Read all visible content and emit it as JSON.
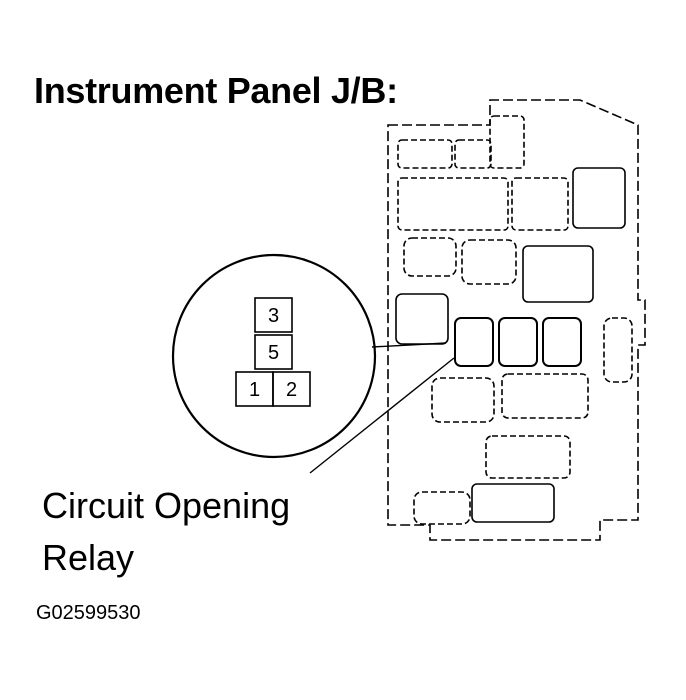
{
  "title": "Instrument Panel J/B:",
  "callout": {
    "line1": "Circuit Opening",
    "line2": "Relay"
  },
  "figure_code": "G02599530",
  "connector_pins": [
    "3",
    "5",
    "1",
    "2"
  ]
}
